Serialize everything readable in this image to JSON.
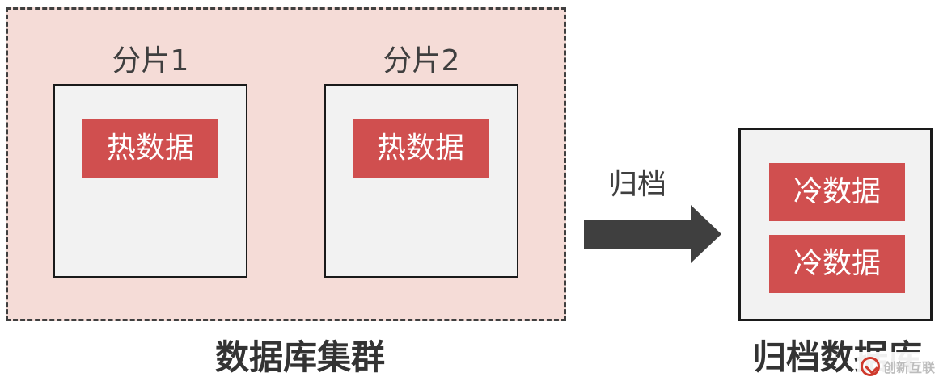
{
  "cluster": {
    "caption": "数据库集群",
    "shards": [
      {
        "label": "分片1",
        "data_label": "热数据"
      },
      {
        "label": "分片2",
        "data_label": "热数据"
      }
    ]
  },
  "arrow": {
    "label": "归档"
  },
  "archive": {
    "caption": "归档数据库",
    "items": [
      "冷数据",
      "冷数据"
    ]
  },
  "watermark": {
    "text": "创新互联"
  },
  "colors": {
    "cluster_bg": "#f5dcd7",
    "chip": "#d04f4f",
    "box_bg": "#f2f2f2",
    "arrow": "#3f3f3f"
  }
}
